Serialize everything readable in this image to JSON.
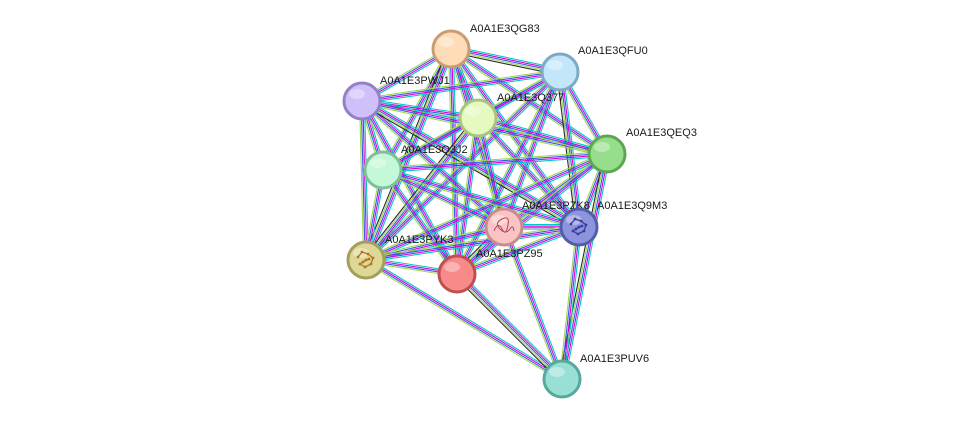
{
  "network": {
    "edge_colors": [
      "#00c8c8",
      "#d800d8",
      "#3a58f0",
      "#9fd84a",
      "#2a2a2a"
    ],
    "nodes": [
      {
        "id": "A0A1E3QG83",
        "label": "A0A1E3QG83",
        "fill": "#ffdcb8",
        "stroke": "#c99c74",
        "icon": "none"
      },
      {
        "id": "A0A1E3QFU0",
        "label": "A0A1E3QFU0",
        "fill": "#c4e6fa",
        "stroke": "#7caac6",
        "icon": "none"
      },
      {
        "id": "A0A1E3PWJ1",
        "label": "A0A1E3PWJ1",
        "fill": "#d0c0fa",
        "stroke": "#9480c4",
        "icon": "none"
      },
      {
        "id": "A0A1E3Q377",
        "label": "A0A1E3Q377",
        "fill": "#e4fac0",
        "stroke": "#aac480",
        "icon": "none"
      },
      {
        "id": "A0A1E3QEQ3",
        "label": "A0A1E3QEQ3",
        "fill": "#96de8c",
        "stroke": "#5ea654",
        "icon": "none"
      },
      {
        "id": "A0A1E3Q3J2",
        "label": "A0A1E3Q3J2",
        "fill": "#c4f8d8",
        "stroke": "#80c098",
        "icon": "none"
      },
      {
        "id": "A0A1E3PZK8",
        "label": "A0A1E3PZK8",
        "fill": "#fac4c4",
        "stroke": "#c88c8c",
        "icon": "protein-fold-icon"
      },
      {
        "id": "A0A1E3Q9M3",
        "label": "A0A1E3Q9M3",
        "fill": "#8c94de",
        "stroke": "#545ea6",
        "icon": "protein-structure-icon"
      },
      {
        "id": "A0A1E3PYK3",
        "label": "A0A1E3PYK3",
        "fill": "#ded896",
        "stroke": "#a4a05a",
        "icon": "protein-structure-icon"
      },
      {
        "id": "A0A1E3PZ95",
        "label": "A0A1E3PZ95",
        "fill": "#f88a8a",
        "stroke": "#c05050",
        "icon": "none"
      },
      {
        "id": "A0A1E3PUV6",
        "label": "A0A1E3PUV6",
        "fill": "#98e0d6",
        "stroke": "#58a89c",
        "icon": "none"
      }
    ],
    "edges": [
      [
        "A0A1E3QG83",
        "A0A1E3QFU0"
      ],
      [
        "A0A1E3QG83",
        "A0A1E3PWJ1"
      ],
      [
        "A0A1E3QG83",
        "A0A1E3Q377"
      ],
      [
        "A0A1E3QG83",
        "A0A1E3QEQ3"
      ],
      [
        "A0A1E3QG83",
        "A0A1E3Q3J2"
      ],
      [
        "A0A1E3QG83",
        "A0A1E3PZK8"
      ],
      [
        "A0A1E3QG83",
        "A0A1E3Q9M3"
      ],
      [
        "A0A1E3QG83",
        "A0A1E3PYK3"
      ],
      [
        "A0A1E3QG83",
        "A0A1E3PZ95"
      ],
      [
        "A0A1E3QFU0",
        "A0A1E3PWJ1"
      ],
      [
        "A0A1E3QFU0",
        "A0A1E3Q377"
      ],
      [
        "A0A1E3QFU0",
        "A0A1E3QEQ3"
      ],
      [
        "A0A1E3QFU0",
        "A0A1E3Q3J2"
      ],
      [
        "A0A1E3QFU0",
        "A0A1E3PZK8"
      ],
      [
        "A0A1E3QFU0",
        "A0A1E3Q9M3"
      ],
      [
        "A0A1E3QFU0",
        "A0A1E3PYK3"
      ],
      [
        "A0A1E3QFU0",
        "A0A1E3PZ95"
      ],
      [
        "A0A1E3PWJ1",
        "A0A1E3Q377"
      ],
      [
        "A0A1E3PWJ1",
        "A0A1E3QEQ3"
      ],
      [
        "A0A1E3PWJ1",
        "A0A1E3Q3J2"
      ],
      [
        "A0A1E3PWJ1",
        "A0A1E3PZK8"
      ],
      [
        "A0A1E3PWJ1",
        "A0A1E3Q9M3"
      ],
      [
        "A0A1E3PWJ1",
        "A0A1E3PYK3"
      ],
      [
        "A0A1E3PWJ1",
        "A0A1E3PZ95"
      ],
      [
        "A0A1E3Q377",
        "A0A1E3QEQ3"
      ],
      [
        "A0A1E3Q377",
        "A0A1E3Q3J2"
      ],
      [
        "A0A1E3Q377",
        "A0A1E3PZK8"
      ],
      [
        "A0A1E3Q377",
        "A0A1E3Q9M3"
      ],
      [
        "A0A1E3Q377",
        "A0A1E3PYK3"
      ],
      [
        "A0A1E3Q377",
        "A0A1E3PZ95"
      ],
      [
        "A0A1E3QEQ3",
        "A0A1E3Q3J2"
      ],
      [
        "A0A1E3QEQ3",
        "A0A1E3PZK8"
      ],
      [
        "A0A1E3QEQ3",
        "A0A1E3Q9M3"
      ],
      [
        "A0A1E3QEQ3",
        "A0A1E3PYK3"
      ],
      [
        "A0A1E3QEQ3",
        "A0A1E3PZ95"
      ],
      [
        "A0A1E3QEQ3",
        "A0A1E3PUV6"
      ],
      [
        "A0A1E3Q3J2",
        "A0A1E3PZK8"
      ],
      [
        "A0A1E3Q3J2",
        "A0A1E3Q9M3"
      ],
      [
        "A0A1E3Q3J2",
        "A0A1E3PYK3"
      ],
      [
        "A0A1E3Q3J2",
        "A0A1E3PZ95"
      ],
      [
        "A0A1E3PZK8",
        "A0A1E3Q9M3"
      ],
      [
        "A0A1E3PZK8",
        "A0A1E3PYK3"
      ],
      [
        "A0A1E3PZK8",
        "A0A1E3PZ95"
      ],
      [
        "A0A1E3PZK8",
        "A0A1E3PUV6"
      ],
      [
        "A0A1E3Q9M3",
        "A0A1E3PYK3"
      ],
      [
        "A0A1E3Q9M3",
        "A0A1E3PZ95"
      ],
      [
        "A0A1E3Q9M3",
        "A0A1E3PUV6"
      ],
      [
        "A0A1E3PYK3",
        "A0A1E3PZ95"
      ],
      [
        "A0A1E3PYK3",
        "A0A1E3PUV6"
      ],
      [
        "A0A1E3PZ95",
        "A0A1E3PUV6"
      ]
    ]
  }
}
